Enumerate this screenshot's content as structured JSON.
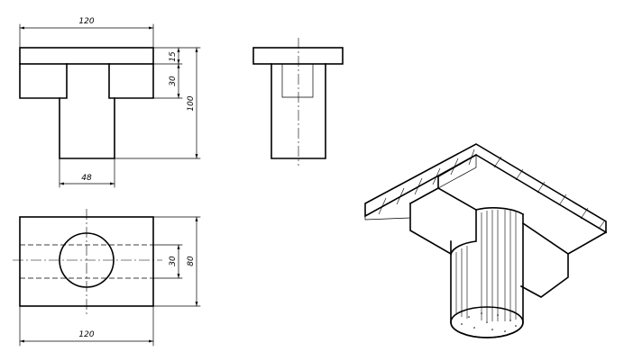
{
  "colors": {
    "ink": "#000000",
    "paper": "#ffffff"
  },
  "front_view": {
    "dim_width_top": "120",
    "dim_flange": "15",
    "dim_mid": "30",
    "dim_height": "100",
    "dim_stem_width": "48"
  },
  "top_view": {
    "dim_width": "120",
    "dim_hole": "30",
    "dim_depth": "80"
  }
}
